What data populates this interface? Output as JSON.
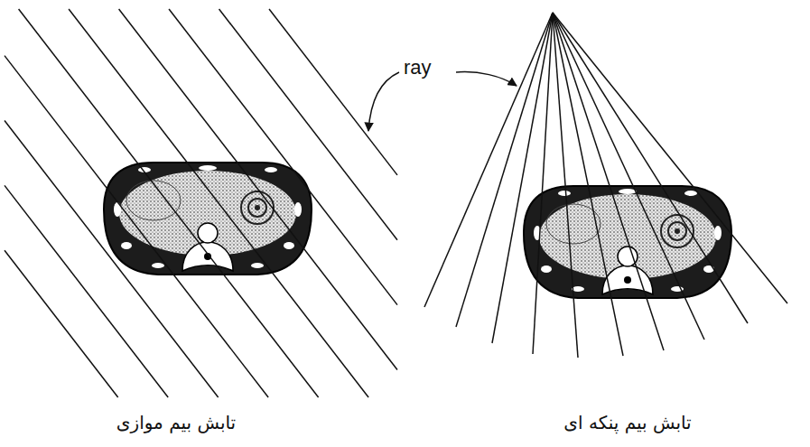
{
  "diagram": {
    "labels": [
      "ray",
      "تابش بیم موازی",
      "تابش بیم پنکه ای"
    ]
  }
}
